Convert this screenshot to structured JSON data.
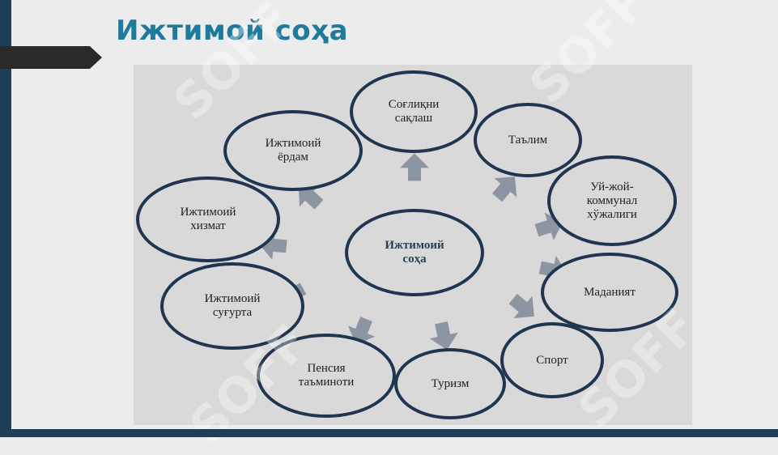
{
  "slide": {
    "title": "Ижтимой соҳа"
  },
  "diagram": {
    "center": "Ижтимоий\nсоҳа",
    "nodes": [
      "Соғлиқни\nсақлаш",
      "Таълим",
      "Уй-жой-\nкоммунал\nхўжалиги",
      "Маданият",
      "Спорт",
      "Туризм",
      "Пенсия\nтаъминоти",
      "Ижтимоий\nсуғурта",
      "Ижтимоий\nхизмат",
      "Ижтимоий\nёрдам"
    ]
  },
  "watermark": {
    "text": "SOFF"
  },
  "colors": {
    "title": "#1f7a9c",
    "node_border": "#1f3550",
    "arrow": "#8e95a2",
    "sidebar": "#1e3d58"
  }
}
